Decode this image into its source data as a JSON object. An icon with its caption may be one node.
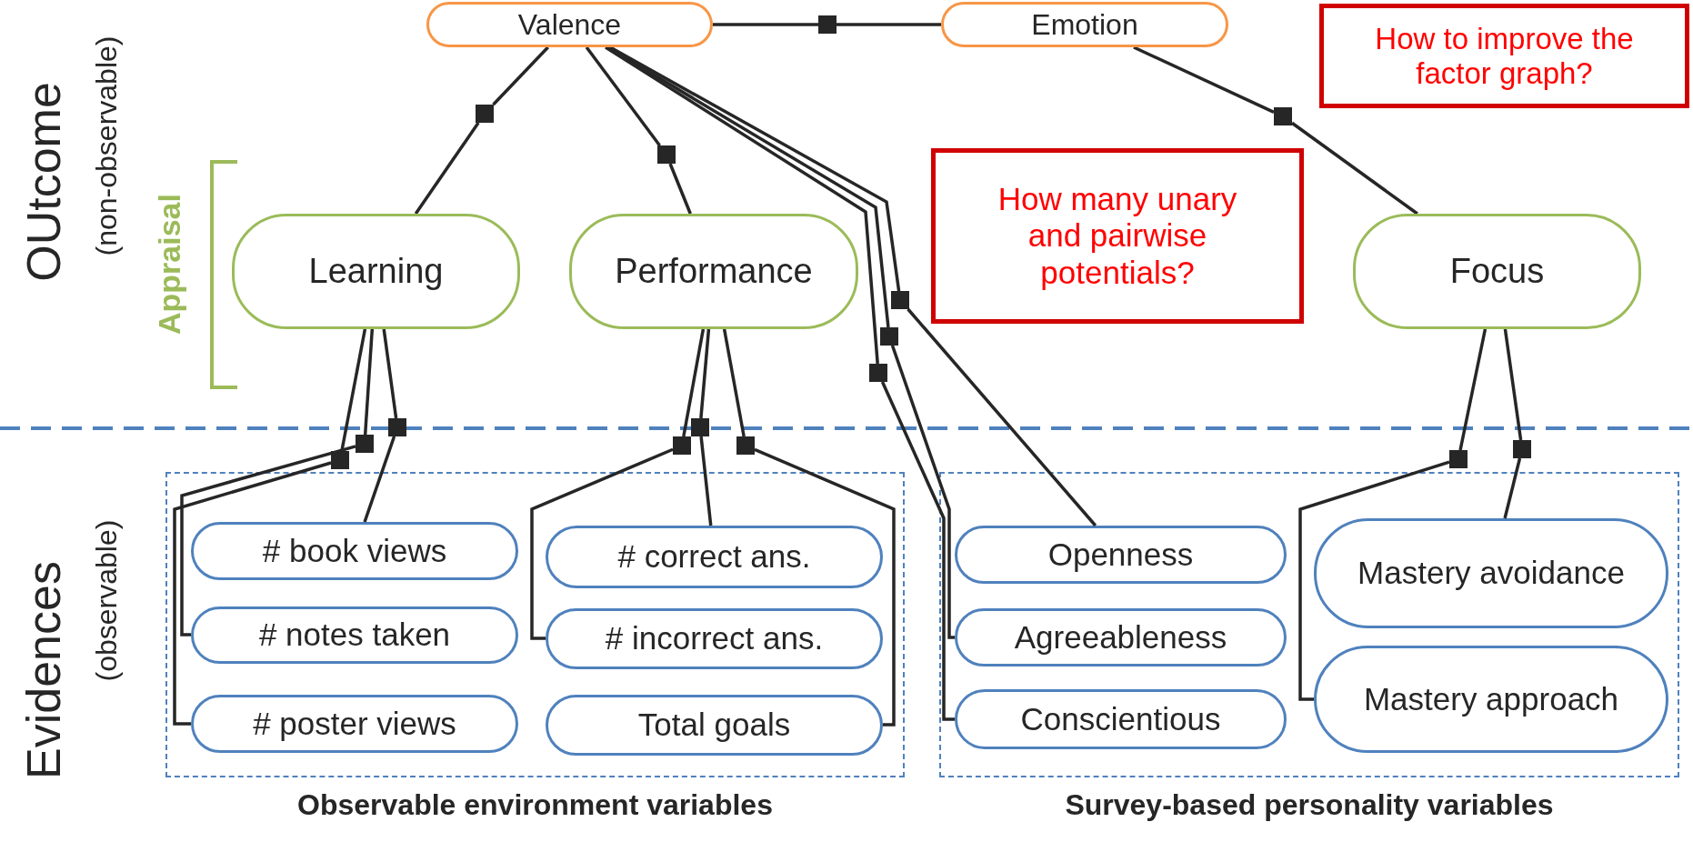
{
  "diagram": {
    "nodes": [
      {
        "text": [
          "Valence"
        ]
      },
      {
        "text": [
          "Emotion"
        ]
      },
      {
        "text": [
          "How to improve the factor graph?"
        ]
      },
      {
        "text": [
          "Learning"
        ]
      },
      {
        "text": [
          "Performance"
        ]
      },
      {
        "text": [
          "How many unary and pairwise potentials?"
        ]
      },
      {
        "text": [
          "Focus"
        ]
      },
      {
        "text": [
          "Observable environment variables"
        ]
      },
      {
        "text": [
          "# book views"
        ],
        "in": 7
      },
      {
        "text": [
          "# notes taken"
        ],
        "in": 7
      },
      {
        "text": [
          "# poster views"
        ],
        "in": 7
      },
      {
        "text": [
          "# correct ans."
        ],
        "in": 7
      },
      {
        "text": [
          "# incorrect ans."
        ],
        "in": 7
      },
      {
        "text": [
          "Total goals"
        ],
        "in": 7
      },
      {
        "text": [
          "Survey-based personality variables"
        ]
      },
      {
        "text": [
          "Openness"
        ],
        "in": 14
      },
      {
        "text": [
          "Agreeableness"
        ],
        "in": 14
      },
      {
        "text": [
          "Conscientious"
        ],
        "in": 14
      },
      {
        "text": [
          "Mastery avoidance"
        ],
        "in": 14
      },
      {
        "text": [
          "Mastery approach"
        ],
        "in": 14
      },
      {
        "text": [],
        "shape": "box"
      },
      {
        "text": [],
        "shape": "box"
      },
      {
        "text": [],
        "shape": "box"
      },
      {
        "text": [],
        "shape": "box"
      },
      {
        "text": [],
        "shape": "box"
      },
      {
        "text": [],
        "shape": "box"
      },
      {
        "text": [],
        "shape": "box"
      },
      {
        "text": [],
        "shape": "box"
      },
      {
        "text": [],
        "shape": "box"
      },
      {
        "text": [],
        "shape": "box"
      },
      {
        "text": [],
        "shape": "box"
      },
      {
        "text": [],
        "shape": "box"
      },
      {
        "text": [],
        "shape": "box"
      },
      {
        "text": [],
        "shape": "box"
      },
      {
        "text": [],
        "shape": "box"
      }
    ],
    "edges": [
      {
        "from": 0,
        "to": 20,
        "arrow": "none"
      },
      {
        "from": 20,
        "to": 3,
        "arrow": "none"
      },
      {
        "from": 0,
        "to": 21,
        "arrow": "none"
      },
      {
        "from": 21,
        "to": 4,
        "arrow": "none"
      },
      {
        "from": 0,
        "to": 22,
        "arrow": "none"
      },
      {
        "from": 22,
        "to": 15,
        "arrow": "none"
      },
      {
        "from": 0,
        "to": 23,
        "arrow": "none"
      },
      {
        "from": 23,
        "to": 16,
        "arrow": "none"
      },
      {
        "from": 0,
        "to": 24,
        "arrow": "none"
      },
      {
        "from": 24,
        "to": 17,
        "arrow": "none"
      },
      {
        "from": 0,
        "to": 25,
        "arrow": "none"
      },
      {
        "from": 25,
        "to": 1,
        "arrow": "none"
      },
      {
        "from": 1,
        "to": 26,
        "arrow": "none"
      },
      {
        "from": 26,
        "to": 6,
        "arrow": "none"
      },
      {
        "from": 3,
        "to": 27,
        "arrow": "none"
      },
      {
        "from": 27,
        "to": 8,
        "arrow": "none"
      },
      {
        "from": 3,
        "to": 28,
        "arrow": "none"
      },
      {
        "from": 28,
        "to": 9,
        "arrow": "none"
      },
      {
        "from": 3,
        "to": 29,
        "arrow": "none"
      },
      {
        "from": 29,
        "to": 10,
        "arrow": "none"
      },
      {
        "from": 4,
        "to": 30,
        "arrow": "none"
      },
      {
        "from": 30,
        "to": 11,
        "arrow": "none"
      },
      {
        "from": 4,
        "to": 31,
        "arrow": "none"
      },
      {
        "from": 31,
        "to": 12,
        "arrow": "none"
      },
      {
        "from": 4,
        "to": 32,
        "arrow": "none"
      },
      {
        "from": 32,
        "to": 13,
        "arrow": "none"
      },
      {
        "from": 6,
        "to": 33,
        "arrow": "none"
      },
      {
        "from": 33,
        "to": 18,
        "arrow": "none"
      },
      {
        "from": 6,
        "to": 34,
        "arrow": "none"
      },
      {
        "from": 34,
        "to": 19,
        "arrow": "none"
      }
    ],
    "labels": [
      "OUtcome",
      "(non-observable)",
      "Appraisal",
      "Evidences",
      "(observable)"
    ]
  }
}
